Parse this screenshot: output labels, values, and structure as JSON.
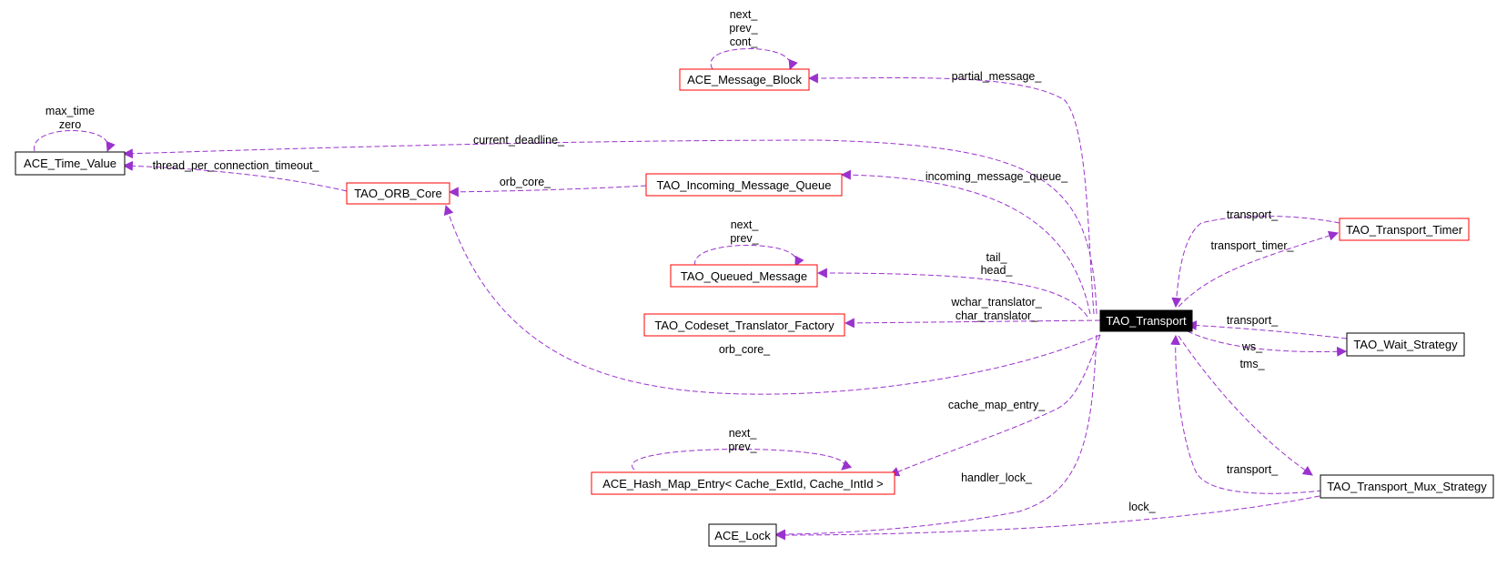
{
  "colors": {
    "edge": "#9a32cd",
    "node_normal_border": "#000000",
    "node_incomplete_border": "#ff0000",
    "focus_fill": "#000000",
    "focus_text": "#ffffff"
  },
  "nodes": {
    "tao_transport": "TAO_Transport",
    "ace_message_block": "ACE_Message_Block",
    "ace_time_value": "ACE_Time_Value",
    "tao_orb_core": "TAO_ORB_Core",
    "tao_incoming_message_queue": "TAO_Incoming_Message_Queue",
    "tao_queued_message": "TAO_Queued_Message",
    "tao_codeset_translator_factory": "TAO_Codeset_Translator_Factory",
    "ace_hash_map_entry": "ACE_Hash_Map_Entry< Cache_ExtId, Cache_IntId >",
    "ace_lock": "ACE_Lock",
    "tao_transport_timer": "TAO_Transport_Timer",
    "tao_wait_strategy": "TAO_Wait_Strategy",
    "tao_transport_mux_strategy": "TAO_Transport_Mux_Strategy"
  },
  "edge_labels": {
    "mb_self_next": "next_",
    "mb_self_prev": "prev_",
    "mb_self_cont": "cont_",
    "partial_message": "partial_message_",
    "tv_self_max": "max_time",
    "tv_self_zero": "zero",
    "current_deadline": "current_deadline_",
    "thread_per_connection_timeout": "thread_per_connection_timeout_",
    "imq_orb_core": "orb_core_",
    "incoming_message_queue": "incoming_message_queue_",
    "qm_self_next": "next_",
    "qm_self_prev": "prev_",
    "tail": "tail_",
    "head": "head_",
    "wchar_translator": "wchar_translator_",
    "char_translator": "char_translator_",
    "transport_orb_core": "orb_core_",
    "cache_map_entry": "cache_map_entry_",
    "hme_self_next": "next_",
    "hme_self_prev": "prev_",
    "handler_lock": "handler_lock_",
    "mux_lock": "lock_",
    "timer_transport": "transport_",
    "transport_timer": "transport_timer_",
    "ws_transport": "transport_",
    "ws": "ws_",
    "tms": "tms_",
    "mux_transport": "transport_"
  }
}
